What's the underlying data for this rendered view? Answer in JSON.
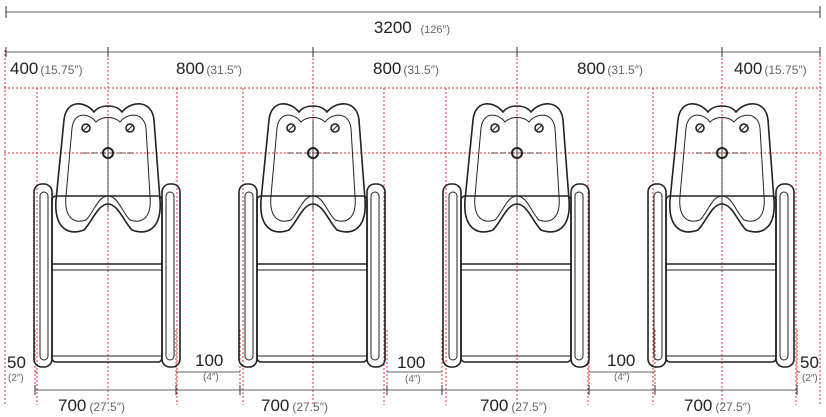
{
  "overall": {
    "value": "3200",
    "sub": "(126″)"
  },
  "top_dimensions": [
    {
      "value": "400",
      "sub": "(15.75″)"
    },
    {
      "value": "800",
      "sub": "(31.5″)"
    },
    {
      "value": "800",
      "sub": "(31.5″)"
    },
    {
      "value": "800",
      "sub": "(31.5″)"
    },
    {
      "value": "400",
      "sub": "(15.75″)"
    }
  ],
  "gap_dimensions": [
    {
      "value": "50",
      "sub": "(2″)"
    },
    {
      "value": "100",
      "sub": "(4″)"
    },
    {
      "value": "100",
      "sub": "(4″)"
    },
    {
      "value": "100",
      "sub": "(4″)"
    },
    {
      "value": "50",
      "sub": "(2″)"
    }
  ],
  "bottom_dimensions": [
    {
      "value": "700",
      "sub": "(27.5″)"
    },
    {
      "value": "700",
      "sub": "(27.5″)"
    },
    {
      "value": "700",
      "sub": "(27.5″)"
    },
    {
      "value": "700",
      "sub": "(27.5″)"
    }
  ],
  "units_shown": 4,
  "colors": {
    "line": "#222222",
    "guide": "#e03030",
    "dim": "#333333"
  }
}
